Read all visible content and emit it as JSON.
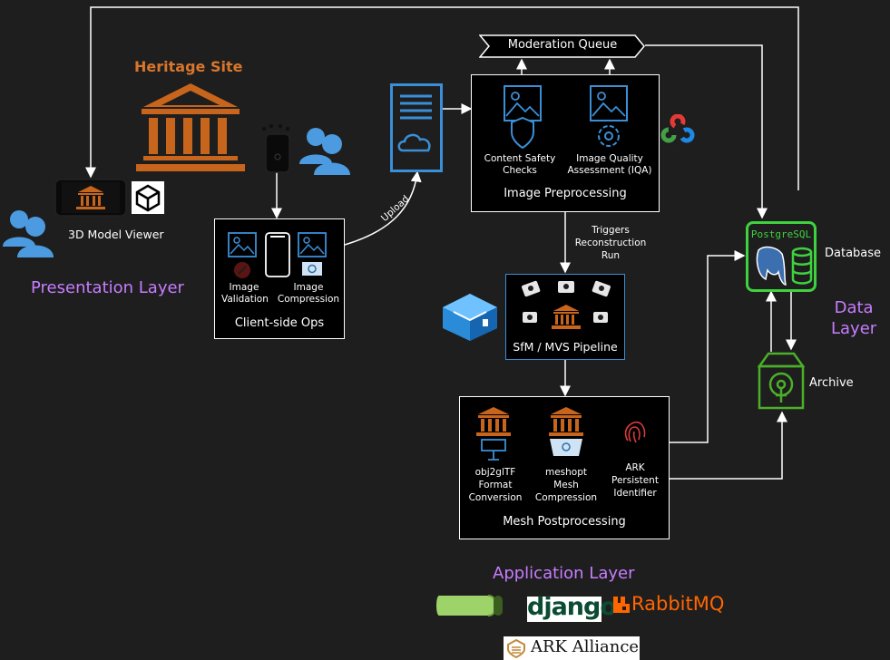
{
  "colors": {
    "background": "#1e1e1e",
    "accent_purple": "#c77dff",
    "heritage_orange": "#d9762b",
    "icon_blue": "#3b8fd6",
    "postgres_green": "#3fd13f",
    "archive_green": "#4caf2a"
  },
  "presentation": {
    "heritage_label": "Heritage Site",
    "viewer_label": "3D Model Viewer",
    "layer_label": "Presentation Layer",
    "icons": [
      "museum-icon",
      "mobile-phone-icon",
      "users-icon",
      "webxr-cube-icon"
    ]
  },
  "client_ops": {
    "item1": "Image\nValidation",
    "item2": "Image\nCompression",
    "title": "Client-side Ops",
    "upload_label": "Upload"
  },
  "moderation": {
    "label": "Moderation Queue"
  },
  "preprocessing": {
    "item1": "Content Safety\nChecks",
    "item2": "Image Quality\nAssessment (IQA)",
    "title": "Image Preprocessing",
    "trigger_label": "Triggers\nReconstruction\nRun",
    "opencv_label": "OpenCV"
  },
  "sfm": {
    "title": "SfM / MVS Pipeline"
  },
  "postprocessing": {
    "item1": "obj2glTF\nFormat\nConversion",
    "item2": "meshopt\nMesh\nCompression",
    "item3": "ARK\nPersistent\nIdentifier",
    "title": "Mesh Postprocessing"
  },
  "data_layer": {
    "postgres_label": "PostgreSQL",
    "database_label": "Database",
    "archive_label": "Archive",
    "layer_label": "Data\nLayer"
  },
  "application": {
    "layer_label": "Application Layer",
    "logos": {
      "django": "django",
      "rabbitmq": "RabbitMQ",
      "ark": "ARK Alliance"
    }
  }
}
